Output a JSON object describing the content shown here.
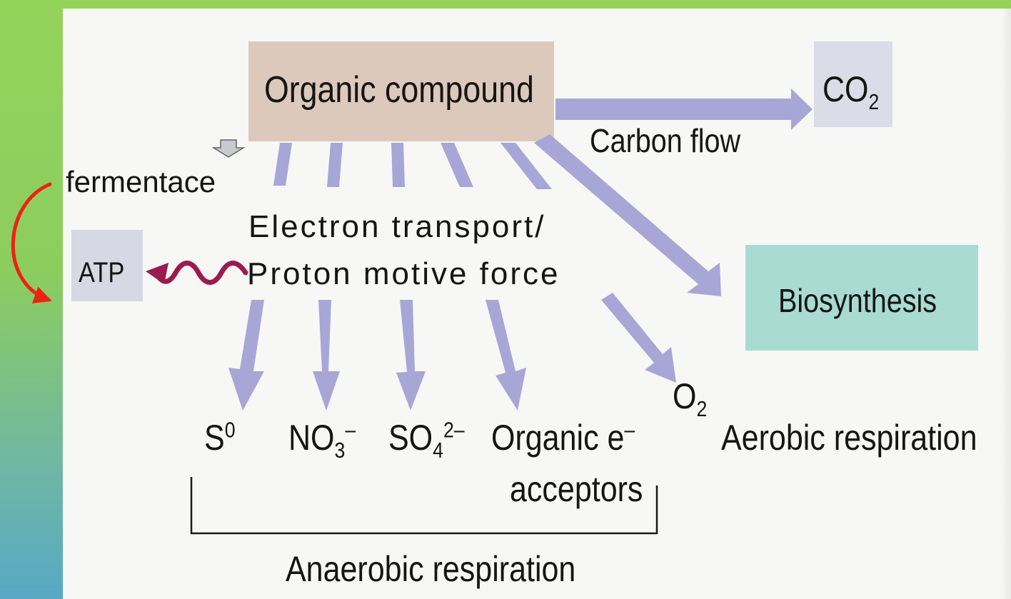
{
  "nodes": {
    "organic_compound": "Organic compound",
    "co2": {
      "base": "CO",
      "sub": "2"
    },
    "carbon_flow": "Carbon flow",
    "fermentace": "fermentace",
    "electron_transport": "Electron transport/",
    "proton_motive_force": "Proton motive force",
    "atp": "ATP",
    "biosynthesis": "Biosynthesis",
    "s0": {
      "base": "S",
      "sup": "0"
    },
    "no3": {
      "base": "NO",
      "sub": "3",
      "sup": "–"
    },
    "so4": {
      "base": "SO",
      "sub": "4",
      "sup": "2–"
    },
    "organic_e": {
      "base": "Organic e",
      "sup": "–"
    },
    "acceptors": "acceptors",
    "o2": {
      "base": "O",
      "sub": "2"
    },
    "aerobic_respiration": "Aerobic respiration",
    "anaerobic_respiration": "Anaerobic respiration"
  },
  "colors": {
    "sidebar_green": "#94d35a",
    "arrow_purple": "#a8a6d6",
    "organic_box": "#dcc9bb",
    "co2_box": "#dcdbe8",
    "atp_box": "#d6d8e3",
    "biosynthesis_box": "#a9dbd3",
    "wave_arrow": "#9c1b4e",
    "fermentation_arrow": "#ee2211"
  }
}
